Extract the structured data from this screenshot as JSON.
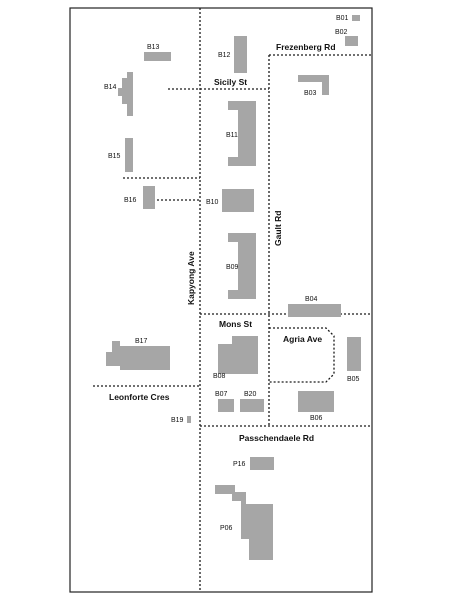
{
  "roads": {
    "frezenberg": "Frezenberg Rd",
    "sicily": "Sicily St",
    "gault": "Gault Rd",
    "kapyong": "Kapyong Ave",
    "mons": "Mons St",
    "agria": "Agria Ave",
    "leonforte": "Leonforte Cres",
    "passchendaele": "Passchendaele Rd"
  },
  "buildings": {
    "b01": "B01",
    "b02": "B02",
    "b03": "B03",
    "b04": "B04",
    "b05": "B05",
    "b06": "B06",
    "b07": "B07",
    "b08": "B08",
    "b09": "B09",
    "b10": "B10",
    "b11": "B11",
    "b12": "B12",
    "b13": "B13",
    "b14": "B14",
    "b15": "B15",
    "b16": "B16",
    "b17": "B17",
    "b19": "B19",
    "b20": "B20",
    "p06": "P06",
    "p16": "P16"
  },
  "colors": {
    "building": "#a6a6a6",
    "road": "#1a1a1a",
    "border": "#222222"
  }
}
